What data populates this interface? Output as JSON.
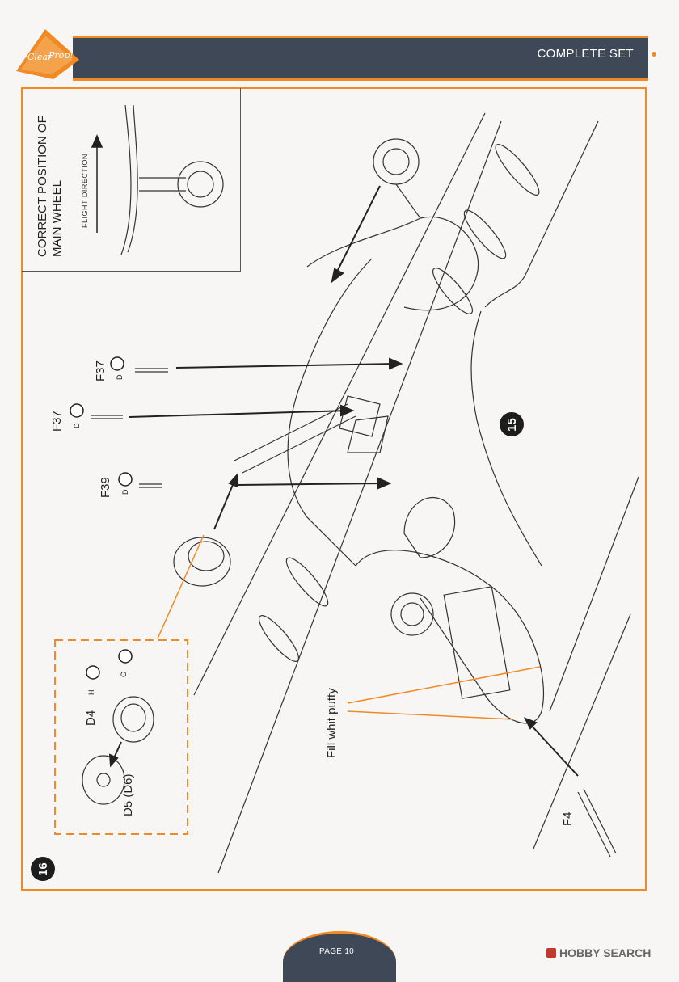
{
  "header": {
    "title": "COMPLETE SET",
    "logo_text_1": "Clear",
    "logo_text_2": "Prop!"
  },
  "inset": {
    "title_line1": "CORRECT POSITION OF",
    "title_line2": "MAIN WHEEL",
    "arrow_label": "FLIGHT DIRECTION"
  },
  "steps": {
    "step15": "15",
    "step16": "16"
  },
  "parts": {
    "f37_top": {
      "code": "F37",
      "sprue": "D"
    },
    "f37_mid": {
      "code": "F37",
      "sprue": "D"
    },
    "f39": {
      "code": "F39",
      "sprue": "D"
    },
    "d4": {
      "code": "D4"
    },
    "d5": {
      "code": "D5 (D6)"
    },
    "h": {
      "code": "H"
    },
    "g": {
      "code": "G"
    },
    "f4": {
      "code": "F4"
    }
  },
  "notes": {
    "putty": "Fill whit putty"
  },
  "footer": {
    "page": "PAGE 10"
  },
  "watermark": {
    "text": "HOBBY SEARCH"
  },
  "colors": {
    "accent": "#f08a24",
    "band": "#3e4856",
    "ink": "#222222"
  }
}
